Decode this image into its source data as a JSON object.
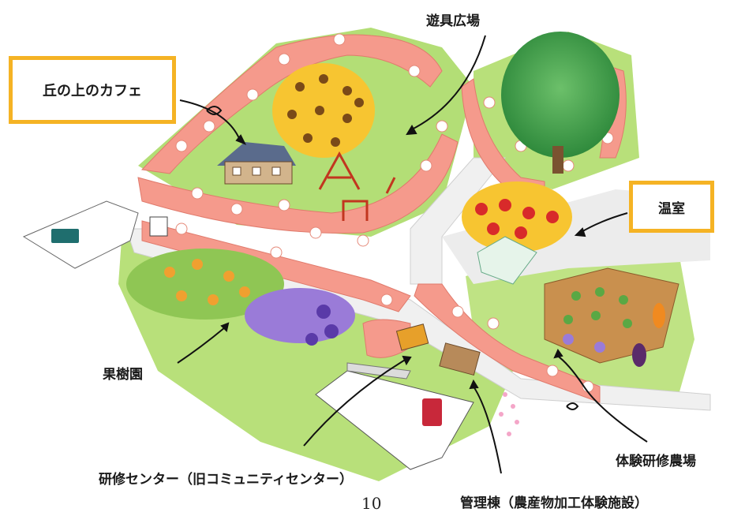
{
  "labels": {
    "cafe": "丘の上のカフェ",
    "playground": "遊具広場",
    "greenhouse": "温室",
    "orchard": "果樹園",
    "training_center": "研修センター（旧コミュニティセンター）",
    "management": "管理棟（農産物加工体験施設）",
    "training_farm": "体験研修農場"
  },
  "page_number": "10",
  "colors": {
    "label_border": "#f5b324",
    "grass": "#a8d86a",
    "azalea": "#f59a8c",
    "path": "#eeeeee",
    "tree": "#3c9a44"
  }
}
